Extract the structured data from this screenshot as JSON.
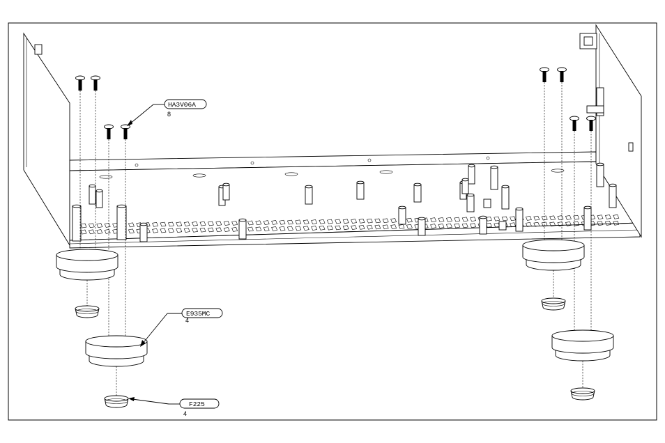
{
  "callouts": [
    {
      "id": "screw",
      "part_number": "HA3V06A",
      "quantity": "8"
    },
    {
      "id": "foot",
      "part_number": "E935MC",
      "quantity": "4"
    },
    {
      "id": "pad",
      "part_number": "F225",
      "quantity": "4"
    }
  ]
}
